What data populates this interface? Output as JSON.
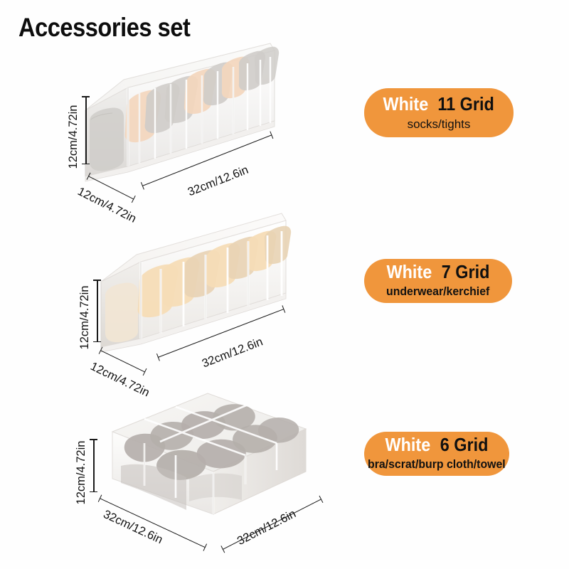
{
  "title": "Accessories set",
  "background_color": "#fefefe",
  "accent_color": "#f0963c",
  "products": [
    {
      "name": "11-grid-organizer",
      "badge": {
        "color_label": "White",
        "grid_label": "11 Grid",
        "subtitle": "socks/tights"
      },
      "dimensions": {
        "height": "12cm/4.72in",
        "depth": "12cm/4.72in",
        "width": "32cm/12.6in"
      },
      "compartments": 11,
      "contents_colors": [
        "#cfccc9",
        "#f3d6bd"
      ]
    },
    {
      "name": "7-grid-organizer",
      "badge": {
        "color_label": "White",
        "grid_label": "7 Grid",
        "subtitle": "underwear/kerchief"
      },
      "dimensions": {
        "height": "12cm/4.72in",
        "depth": "12cm/4.72in",
        "width": "32cm/12.6in"
      },
      "compartments": 7,
      "contents_colors": [
        "#f5dcb6",
        "#e8d3b4"
      ]
    },
    {
      "name": "6-grid-organizer",
      "badge": {
        "color_label": "White",
        "grid_label": "6 Grid",
        "subtitle": "bra/scrat/burp cloth/towel"
      },
      "dimensions": {
        "height": "12cm/4.72in",
        "width_left": "32cm/12.6in",
        "width_right": "32cm/12.6in"
      },
      "compartments": 6,
      "contents_colors": [
        "#b5afab",
        "#cdc7c3"
      ]
    }
  ]
}
